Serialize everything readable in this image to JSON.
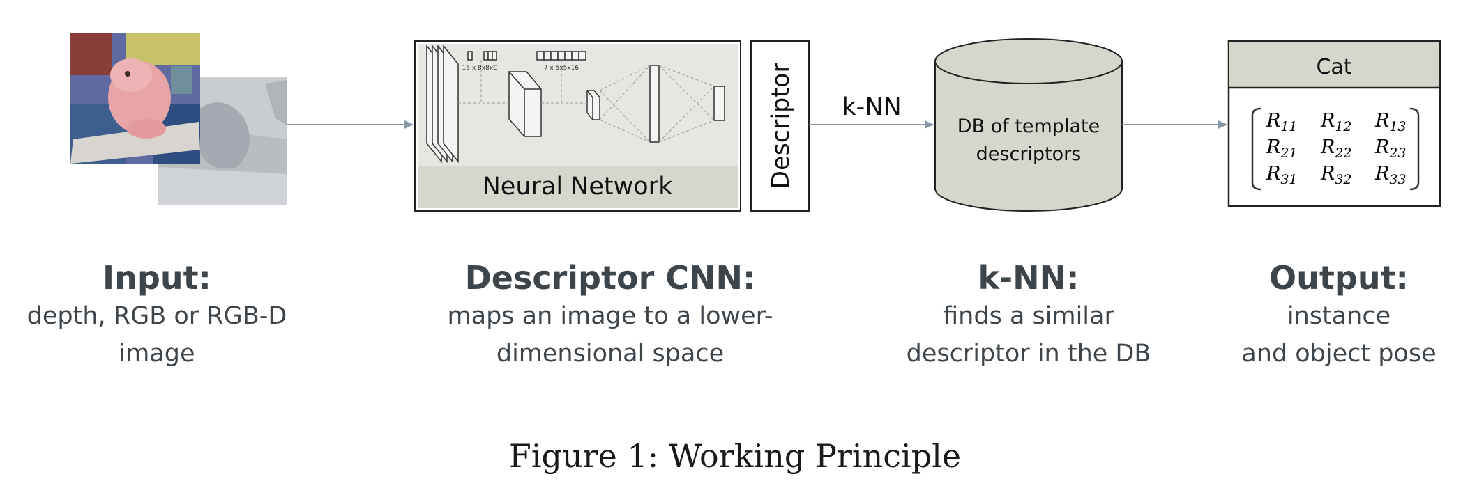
{
  "network_box": {
    "label": "Neural Network",
    "layer_labels": [
      "16 x 8x8xC",
      "7 x 5x5x16"
    ]
  },
  "descriptor_box": {
    "label": "Descriptor"
  },
  "knn_edge": {
    "label": "k-NN"
  },
  "database": {
    "line1": "DB of template",
    "line2": "descriptors"
  },
  "output_box": {
    "title": "Cat",
    "matrix": [
      [
        "R",
        "11",
        "R",
        "12",
        "R",
        "13"
      ],
      [
        "R",
        "21",
        "R",
        "22",
        "R",
        "23"
      ],
      [
        "R",
        "31",
        "R",
        "32",
        "R",
        "33"
      ]
    ]
  },
  "columns": [
    {
      "head": "Input:",
      "line1": "depth, RGB or RGB-D",
      "line2": "image"
    },
    {
      "head": "Descriptor CNN:",
      "line1": "maps an image to a lower-",
      "line2": "dimensional space"
    },
    {
      "head": "k-NN:",
      "line1": "finds a similar",
      "line2": "descriptor in the DB"
    },
    {
      "head": "Output:",
      "line1": "instance",
      "line2": "and object pose"
    }
  ],
  "caption": "Figure 1: Working Principle",
  "colors": {
    "arrow": "#8797a5",
    "box_fill": "#d6d6cd",
    "panel_fill": "#e6e6e3",
    "text": "#3d444a"
  }
}
